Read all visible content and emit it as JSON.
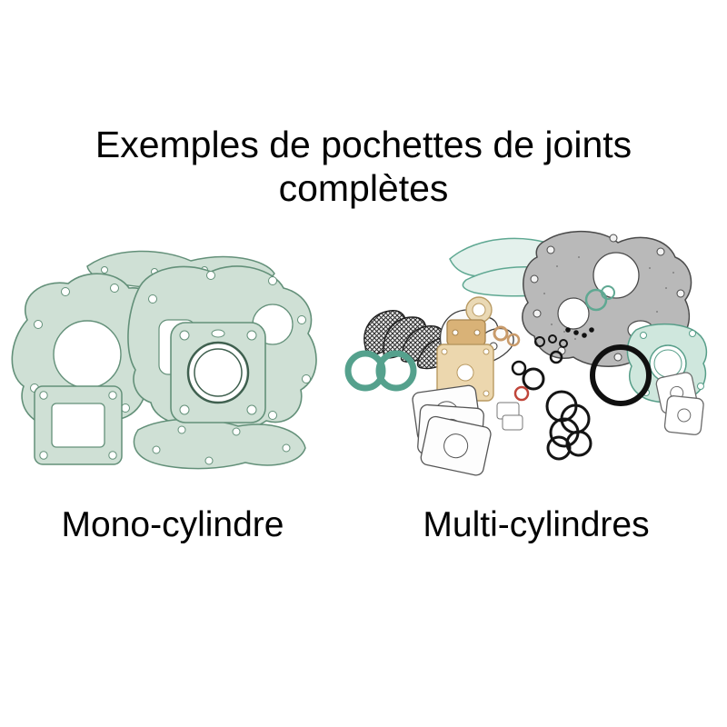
{
  "page": {
    "title_line1": "Exemples de pochettes de joints",
    "title_line2": "complètes",
    "labels": {
      "mono": "Mono-cylindre",
      "multi": "Multi-cylindres"
    }
  },
  "colors": {
    "background": "#ffffff",
    "text": "#020202",
    "gasket_green_fill": "#cfe0d5",
    "gasket_green_edge": "#639079",
    "gasket_teal": "#5aa592",
    "gasket_grey": "#b9b9b9",
    "gasket_grey_edge": "#4a4a4a",
    "gasket_beige": "#ecd7ae",
    "gasket_tan": "#d9b277",
    "oring_black": "#141414",
    "oring_red": "#c0453a"
  }
}
